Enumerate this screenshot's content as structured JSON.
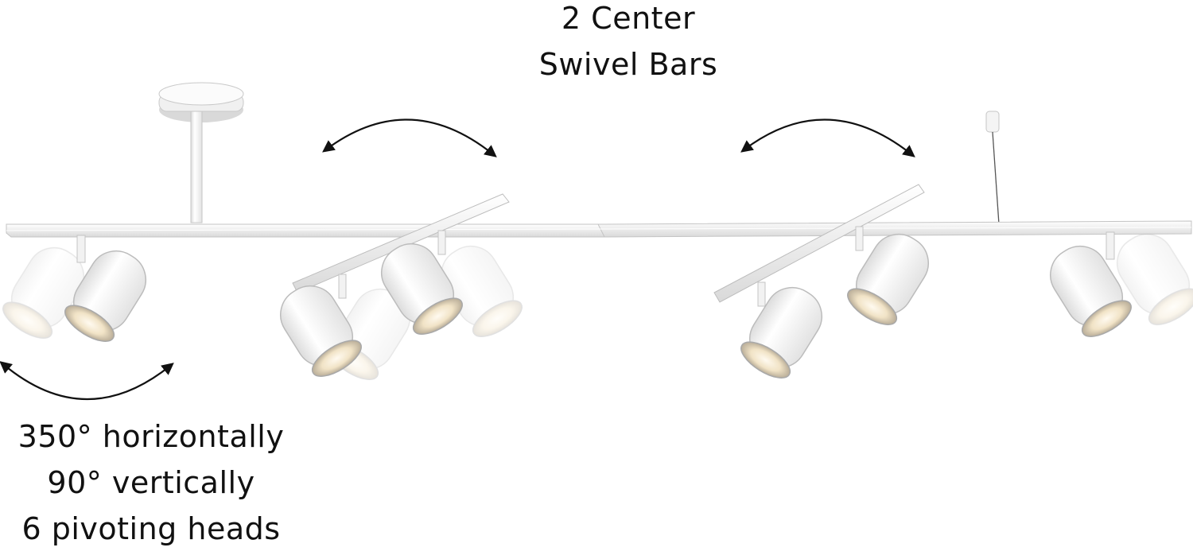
{
  "top_caption": {
    "line1": "2 Center",
    "line2": "Swivel Bars"
  },
  "bottom_caption": {
    "line1": "350° horizontally",
    "line2": "90° vertically",
    "line3": "6 pivoting heads"
  },
  "colors": {
    "background": "#ffffff",
    "fixture": "#f3f3f3",
    "fixture_shadow": "#d4d4d4",
    "lamp_glow": "#e9d8b8",
    "arrow": "#111111",
    "text": "#111111"
  },
  "icons": [
    "rotation-arrow-icon",
    "spotlight-head-icon",
    "canopy-icon"
  ]
}
